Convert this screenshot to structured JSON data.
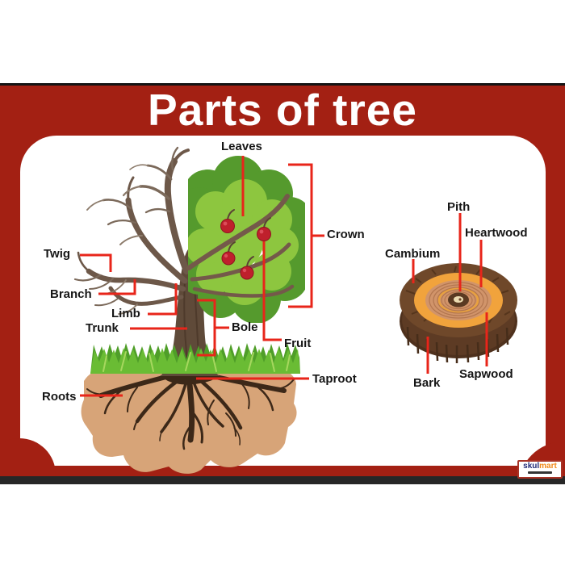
{
  "poster": {
    "title": "Parts of tree"
  },
  "tree_labels": {
    "leaves": "Leaves",
    "crown": "Crown",
    "twig": "Twig",
    "branch": "Branch",
    "limb": "Limb",
    "trunk": "Trunk",
    "bole": "Bole",
    "fruit": "Fruit",
    "taproot": "Taproot",
    "roots": "Roots"
  },
  "cross_section_labels": {
    "pith": "Pith",
    "heartwood": "Heartwood",
    "cambium": "Cambium",
    "bark": "Bark",
    "sapwood": "Sapwood"
  },
  "logo": {
    "text_primary": "skul",
    "text_secondary": "mart"
  },
  "colors": {
    "frame-red": "#a32013",
    "accent-red": "#e8251a",
    "label-ink": "#161616",
    "title-white": "#ffffff",
    "foliage-dark": "#559a2d",
    "foliage-light": "#8dc63f",
    "trunk-brown": "#5f4a39",
    "branch-brown": "#6d5849",
    "grass-green": "#6abc34",
    "grass-dark": "#4f9e28",
    "soil-tan": "#d7a478",
    "root-brown": "#3c2818",
    "apple-red": "#bf202c",
    "bark-brown": "#5d3b24",
    "bark-rim": "#6f482a",
    "sapwood-orange": "#f1a33c",
    "heartwood-tan": "#d1946a"
  }
}
